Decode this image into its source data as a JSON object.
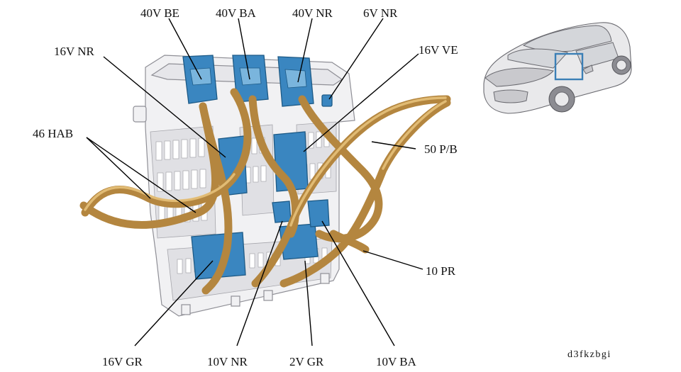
{
  "labels": {
    "l40v_be": "40V BE",
    "l40v_ba": "40V BA",
    "l40v_nr": "40V NR",
    "l6v_nr": "6V NR",
    "l16v_nr": "16V NR",
    "l16v_ve": "16V VE",
    "l46_hab": "46 HAB",
    "l50_pb": "50 P/B",
    "l10_pr": "10 PR",
    "l16v_gr": "16V GR",
    "l10v_nr": "10V NR",
    "l2v_gr": "2V GR",
    "l10v_ba": "10V BA"
  },
  "reference_code": "d3fkzbgi",
  "colors": {
    "connector": "#3a86c0",
    "harness": "#b4863f",
    "locator_box": "#3b7fb6"
  }
}
